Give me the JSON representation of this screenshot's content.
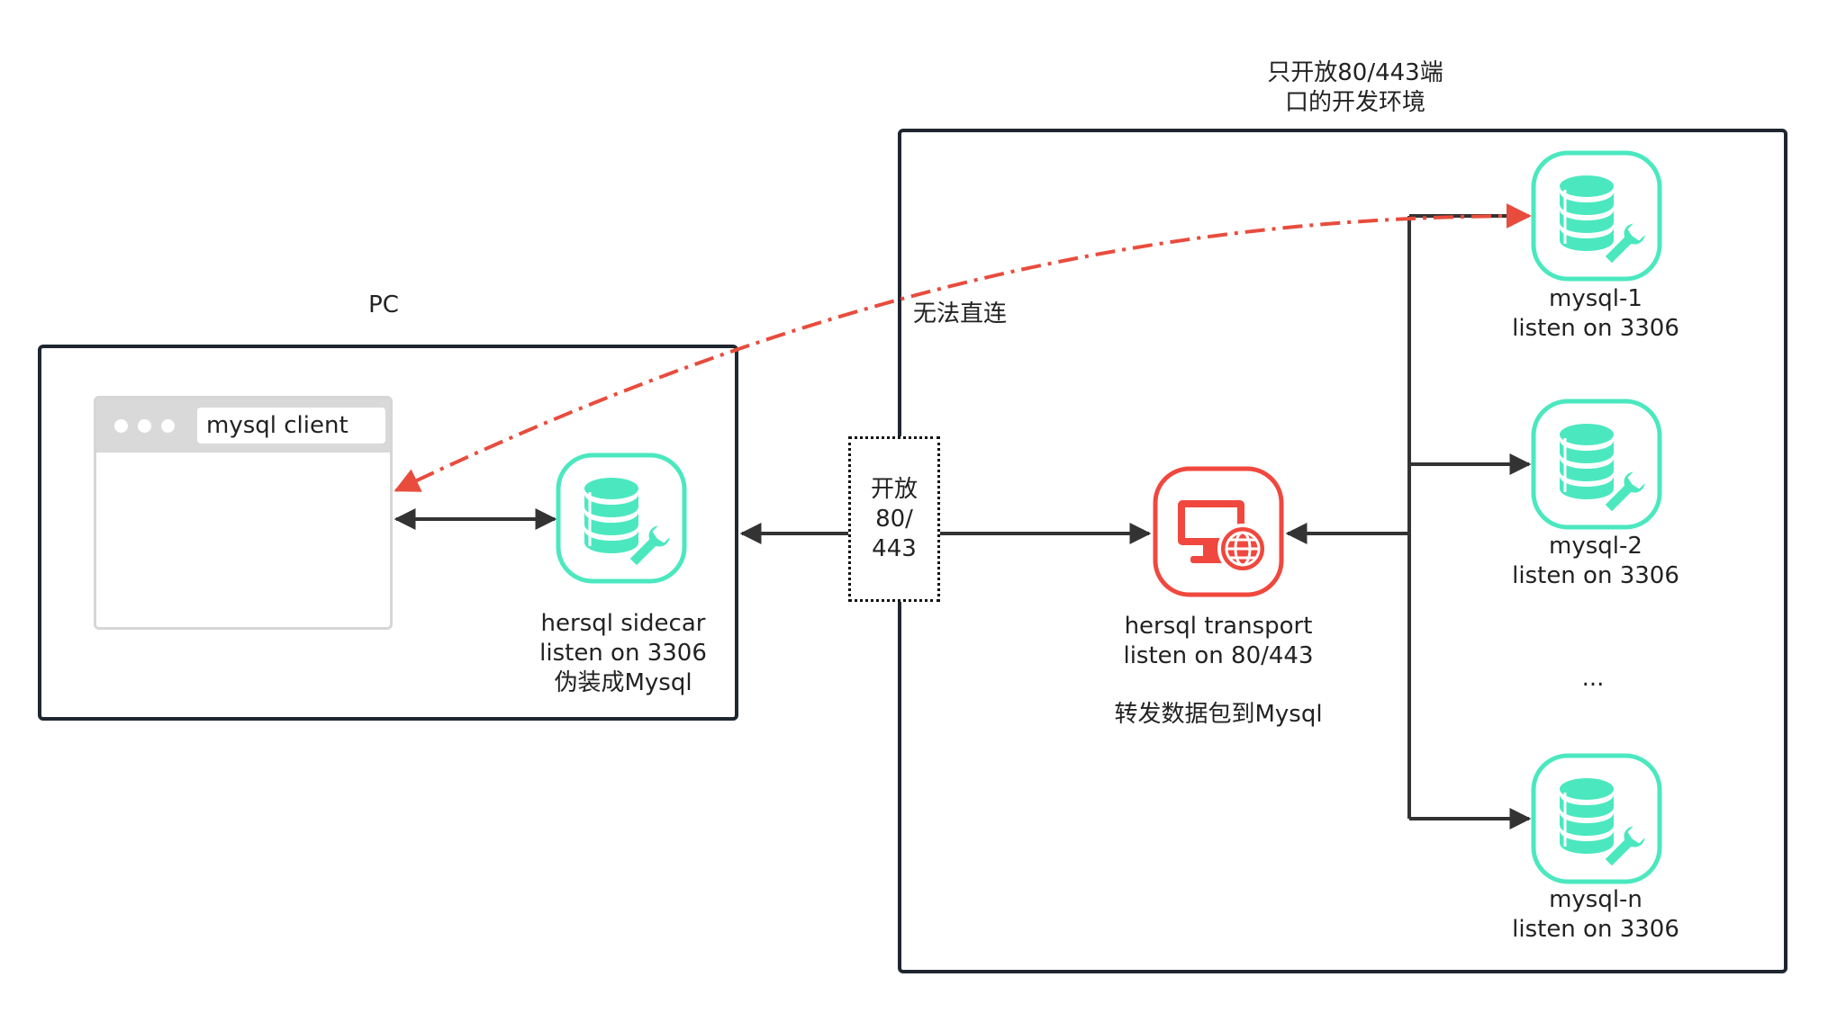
{
  "pc": {
    "title": "PC",
    "client_label": "mysql client",
    "sidecar": {
      "line1": "hersql sidecar",
      "line2": "listen on 3306",
      "line3": "伪装成Mysql"
    }
  },
  "server": {
    "title_line1": "只开放80/443端",
    "title_line2": "口的开发环境",
    "port_line1": "开放",
    "port_line2": "80/",
    "port_line3": "443",
    "transport": {
      "line1": "hersql transport",
      "line2": "listen on 80/443",
      "line3": "转发数据包到Mysql"
    },
    "mysql_nodes": [
      {
        "name": "mysql-1",
        "listen": "listen on 3306"
      },
      {
        "name": "mysql-2",
        "listen": "listen on 3306"
      },
      {
        "name": "mysql-n",
        "listen": "listen on 3306"
      }
    ],
    "ellipsis": "..."
  },
  "blocked_label": "无法直连",
  "colors": {
    "db_green": "#4be8bf",
    "transport_red": "#f0483e",
    "blocked_red": "#e84c3d",
    "border_dark": "#1f2630",
    "arrow_dark": "#333333"
  },
  "icons": {
    "db": "database-wrench-icon",
    "transport": "monitor-globe-icon"
  }
}
